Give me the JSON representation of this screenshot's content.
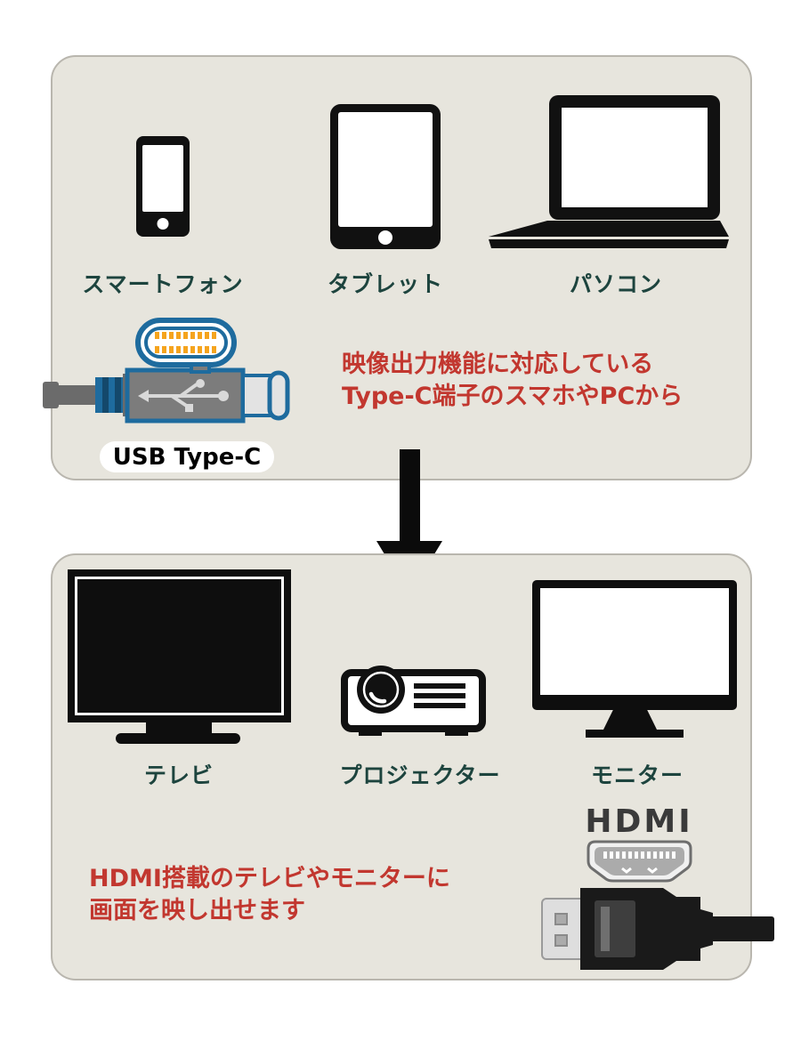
{
  "title": "USB Type-C to HDMI connection diagram",
  "colors": {
    "panel_bg": "#E7E5DD",
    "label_teal": "#1D443E",
    "note_red": "#C2372F",
    "connector_blue": "#1E6B9E",
    "pin_orange": "#F5A41E"
  },
  "source_panel": {
    "devices": [
      {
        "label": "スマートフォン"
      },
      {
        "label": "タブレット"
      },
      {
        "label": "パソコン"
      }
    ],
    "connector": {
      "label": "USB Type-C"
    },
    "note": {
      "line1": "映像出力機能に対応している",
      "line2": "Type-C端子のスマホやPCから"
    }
  },
  "target_panel": {
    "devices": [
      {
        "label": "テレビ"
      },
      {
        "label": "プロジェクター"
      },
      {
        "label": "モニター"
      }
    ],
    "connector": {
      "label": "HDMI"
    },
    "note": {
      "line1": "HDMI搭載のテレビやモニターに",
      "line2": "画面を映し出せます"
    }
  }
}
